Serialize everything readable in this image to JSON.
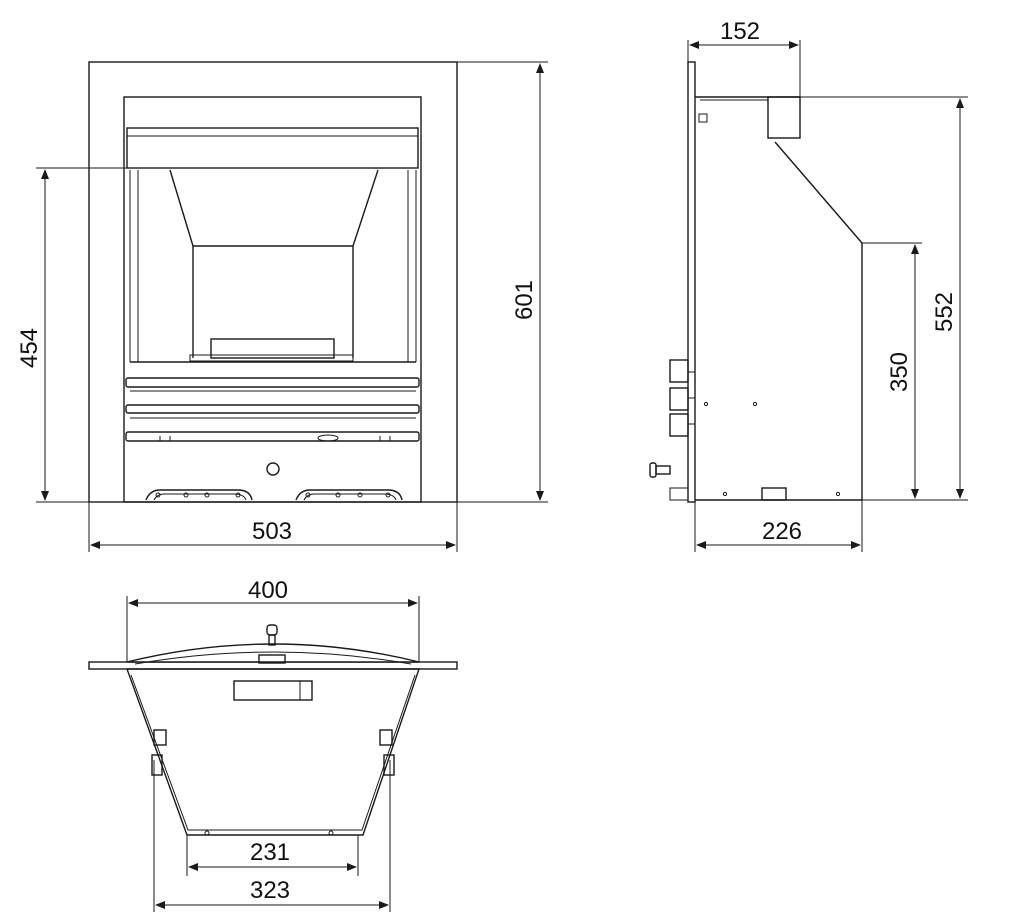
{
  "front_view": {
    "height_total": "601",
    "height_opening": "454",
    "width_total": "503"
  },
  "side_view": {
    "depth_top": "152",
    "height_total": "552",
    "height_lower": "350",
    "depth_base": "226"
  },
  "top_view": {
    "width_front": "400",
    "width_back": "231",
    "width_mid": "323"
  },
  "colors": {
    "line": "#1a1a1a",
    "background": "#ffffff"
  }
}
